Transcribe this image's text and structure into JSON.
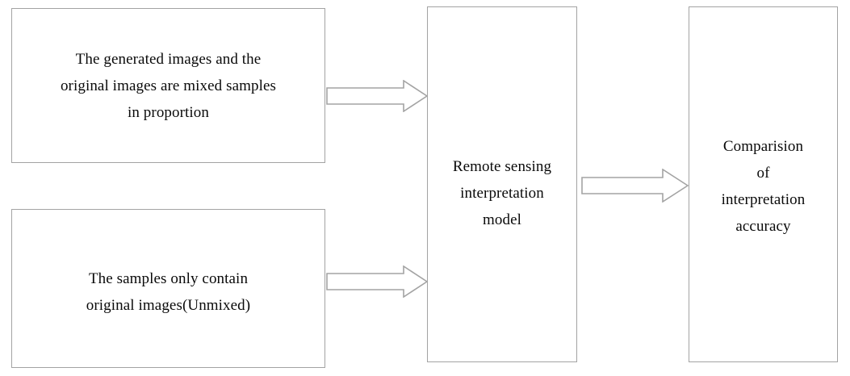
{
  "diagram": {
    "title": "Remote sensing interpretation accuracy comparison flow",
    "stroke_color": "#a3a3a3",
    "text_color": "#0a0a0a",
    "background_color": "#ffffff",
    "nodes": [
      {
        "id": "mixed-samples",
        "label": "The generated images and the\noriginal images are mixed samples\nin proportion"
      },
      {
        "id": "unmixed-samples",
        "label": "The samples only contain\noriginal  images(Unmixed)"
      },
      {
        "id": "model",
        "label": "Remote sensing\ninterpretation\nmodel"
      },
      {
        "id": "comparison",
        "label": "Comparision\nof\ninterpretation\naccuracy"
      }
    ],
    "arrows": [
      {
        "id": "mixed-to-model",
        "from": "mixed-samples",
        "to": "model",
        "direction": "right"
      },
      {
        "id": "unmixed-to-model",
        "from": "unmixed-samples",
        "to": "model",
        "direction": "right"
      },
      {
        "id": "model-to-comparison",
        "from": "model",
        "to": "comparison",
        "direction": "right"
      }
    ]
  }
}
